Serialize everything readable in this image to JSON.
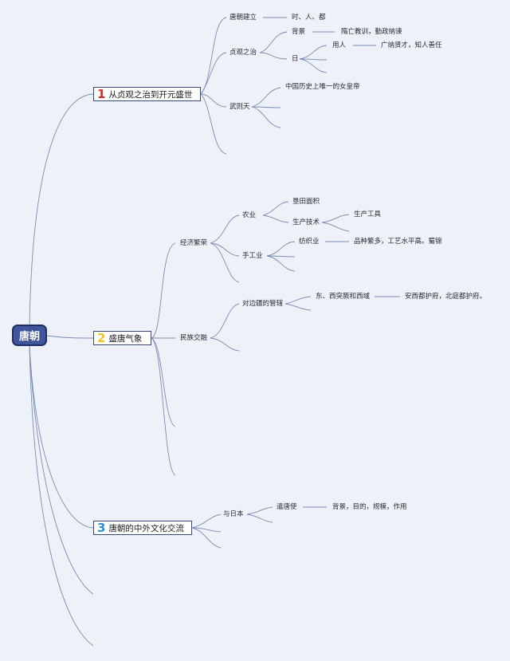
{
  "root": {
    "label": "唐朝"
  },
  "branches": [
    {
      "number": "1",
      "label": "从贞观之治到开元盛世",
      "number_color": "#d8282f",
      "nodes": {
        "jianli": "唐朝建立",
        "jianli_detail": "时、人、都",
        "zhenguan": "贞观之治",
        "beijing": "背景",
        "beijing_detail": "隋亡教训，勤政纳谏",
        "jun": "日",
        "yongren": "用人",
        "yongren_detail": "广纳贤才，知人善任",
        "wuzetian": "武则天",
        "wuzetian_detail": "中国历史上唯一的女皇帝"
      }
    },
    {
      "number": "2",
      "label": "盛唐气象",
      "number_color": "#f2c31b",
      "nodes": {
        "jingji": "经济繁荣",
        "nongye": "农业",
        "kentian": "垦田面积",
        "shengchan": "生产技术",
        "gongju": "生产工具",
        "shougongye": "手工业",
        "fangzhi": "纺织业",
        "fangzhi_detail": "品种繁多，工艺水平高。蜀锦",
        "minzu": "民族交融",
        "bianjiang": "对边疆的管辖",
        "tujue": "东、西突厥和西域",
        "duhu": "安西都护府，北庭都护府。"
      }
    },
    {
      "number": "3",
      "label": "唐朝的中外文化交流",
      "number_color": "#2b8fd6",
      "nodes": {
        "riben": "与日本",
        "qiantangshi": "遣唐使",
        "qiantangshi_detail": "背景，目的，规模，作用"
      }
    }
  ]
}
